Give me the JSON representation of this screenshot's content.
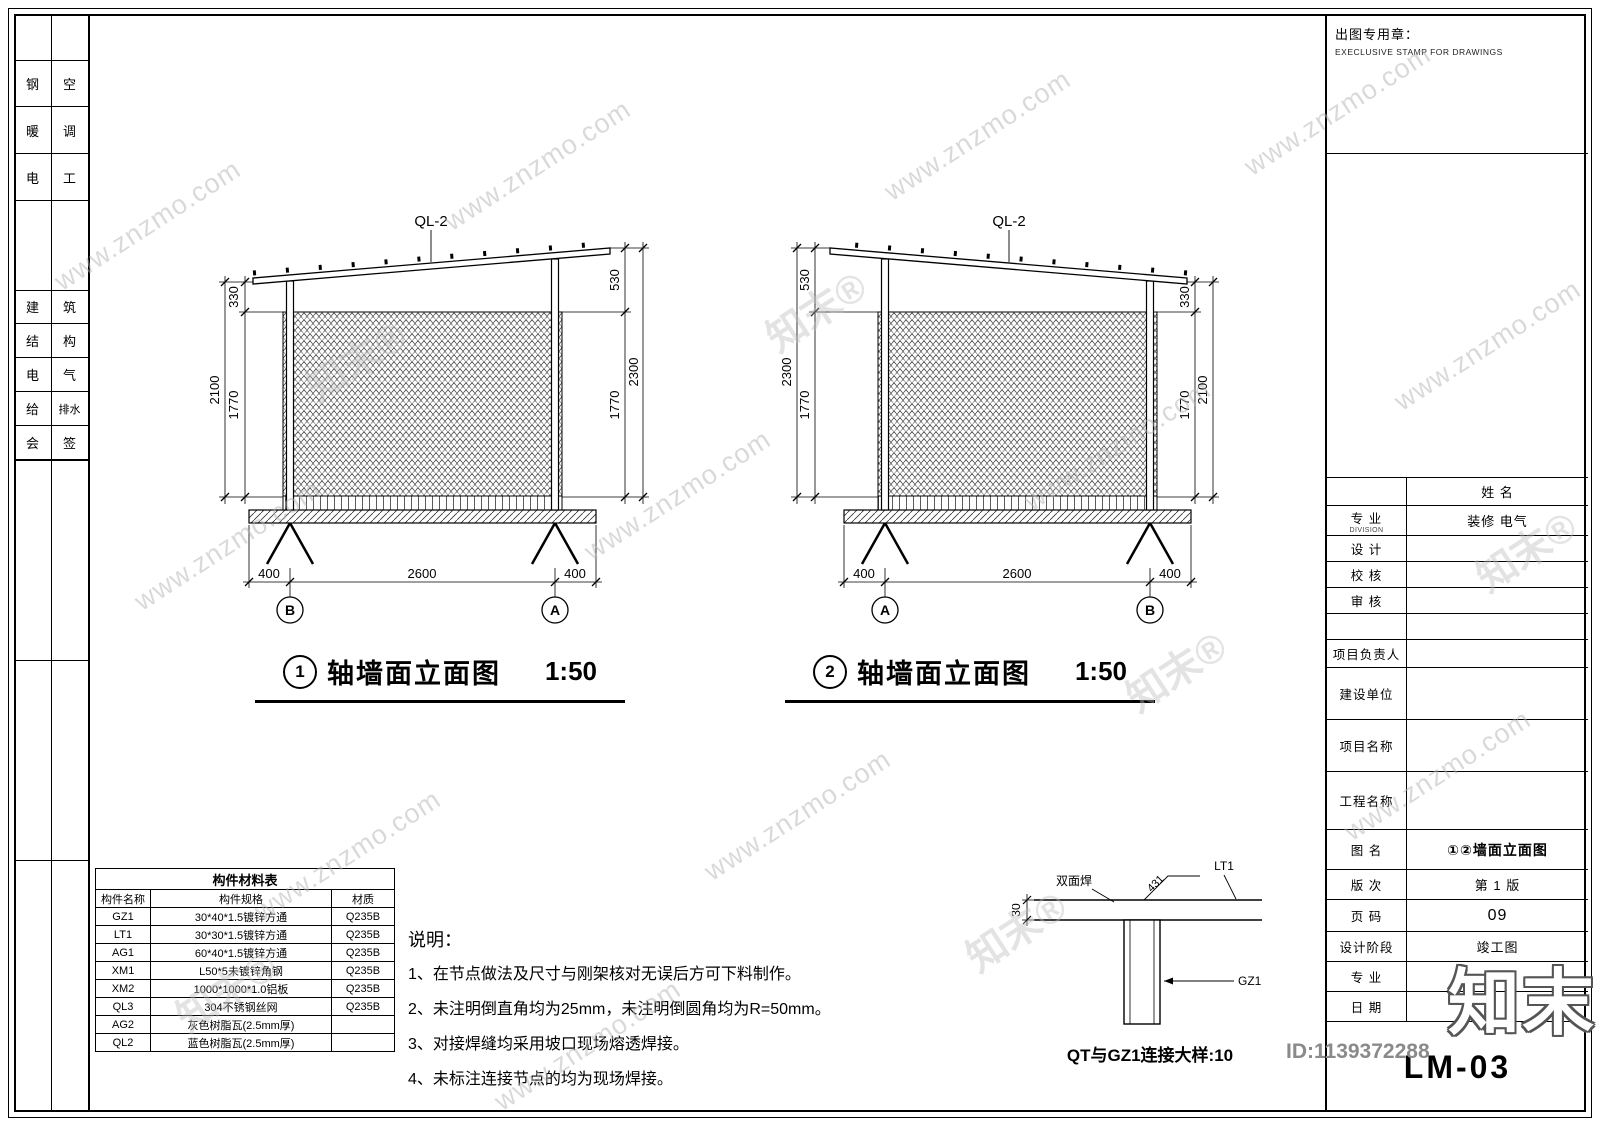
{
  "watermark": {
    "text": "www.znzmo.com",
    "brand": "知末®",
    "logo": "知末",
    "id_text": "ID:1139372288"
  },
  "sign_strip": {
    "group1": [
      [
        "钢",
        "空"
      ],
      [
        "暖",
        "调"
      ],
      [
        "电",
        "工"
      ]
    ],
    "group2": [
      [
        "建",
        "筑"
      ],
      [
        "结",
        "构"
      ],
      [
        "电",
        "气"
      ],
      [
        "给",
        "排水"
      ],
      [
        "会",
        "签"
      ]
    ]
  },
  "elev1": {
    "beam_label": "QL-2",
    "dims": {
      "left_top": "330",
      "left_outer": "2100",
      "left_inner": "1770",
      "right_top": "530",
      "right_outer": "2300",
      "right_inner": "1770",
      "bottom": [
        "400",
        "2600",
        "400"
      ]
    },
    "bubble_left": "B",
    "bubble_right": "A",
    "title": {
      "num": "1",
      "text": "轴墙面立面图",
      "scale": "1:50"
    }
  },
  "elev2": {
    "beam_label": "QL-2",
    "dims": {
      "left_top": "530",
      "left_outer": "2300",
      "left_inner": "1770",
      "right_top": "330",
      "right_outer": "2100",
      "right_inner": "1770",
      "bottom": [
        "400",
        "2600",
        "400"
      ]
    },
    "bubble_left": "A",
    "bubble_right": "B",
    "title": {
      "num": "2",
      "text": "轴墙面立面图",
      "scale": "1:50"
    }
  },
  "material_table": {
    "title": "构件材料表",
    "headers": [
      "构件名称",
      "构件规格",
      "材质"
    ],
    "rows": [
      [
        "GZ1",
        "30*40*1.5镀锌方通",
        "Q235B"
      ],
      [
        "LT1",
        "30*30*1.5镀锌方通",
        "Q235B"
      ],
      [
        "AG1",
        "60*40*1.5镀锌方通",
        "Q235B"
      ],
      [
        "XM1",
        "L50*5未镀锌角钢",
        "Q235B"
      ],
      [
        "XM2",
        "1000*1000*1.0铝板",
        "Q235B"
      ],
      [
        "QL3",
        "304不锈钢丝网",
        "Q235B"
      ],
      [
        "AG2",
        "灰色树脂瓦(2.5mm厚)",
        ""
      ],
      [
        "QL2",
        "蓝色树脂瓦(2.5mm厚)",
        ""
      ]
    ]
  },
  "notes": {
    "heading": "说明：",
    "items": [
      "1、在节点做法及尺寸与刚架核对无误后方可下料制作。",
      "2、未注明倒直角均为25mm，未注明倒圆角均为R=50mm。",
      "3、对接焊缝均采用坡口现场熔透焊接。",
      "4、未标注连接节点的均为现场焊接。"
    ]
  },
  "detail": {
    "weld_label": "双面焊",
    "weld_symbol": "431",
    "beam_label": "LT1",
    "column_label": "GZ1",
    "dim": "30",
    "title": "QT与GZ1连接大样:10"
  },
  "titleblock": {
    "stamp_line1": "出图专用章：",
    "stamp_line2": "EXECLUSIVE STAMP FOR DRAWINGS",
    "rows": [
      {
        "label": "",
        "sub": "",
        "value": "姓  名"
      },
      {
        "label": "专  业",
        "sub": "DIVISION",
        "value": "装修 电气"
      },
      {
        "label": "设  计",
        "sub": "",
        "value": ""
      },
      {
        "label": "校  核",
        "sub": "",
        "value": ""
      },
      {
        "label": "审  核",
        "sub": "",
        "value": ""
      },
      {
        "label": "",
        "sub": "",
        "value": ""
      },
      {
        "label": "项目负责人",
        "sub": "",
        "value": ""
      },
      {
        "label": "建设单位",
        "sub": "",
        "value": ""
      },
      {
        "label": "项目名称",
        "sub": "",
        "value": ""
      },
      {
        "label": "工程名称",
        "sub": "",
        "value": ""
      },
      {
        "label": "图  名",
        "sub": "",
        "value": "①②墙面立面图"
      },
      {
        "label": "版  次",
        "sub": "",
        "value": "第 1 版"
      },
      {
        "label": "页  码",
        "sub": "",
        "value": "09"
      },
      {
        "label": "设计阶段",
        "sub": "",
        "value": "竣工图"
      },
      {
        "label": "专  业",
        "sub": "",
        "value": ""
      },
      {
        "label": "日  期",
        "sub": "",
        "value": ""
      }
    ],
    "drawing_no": "LM-03"
  }
}
